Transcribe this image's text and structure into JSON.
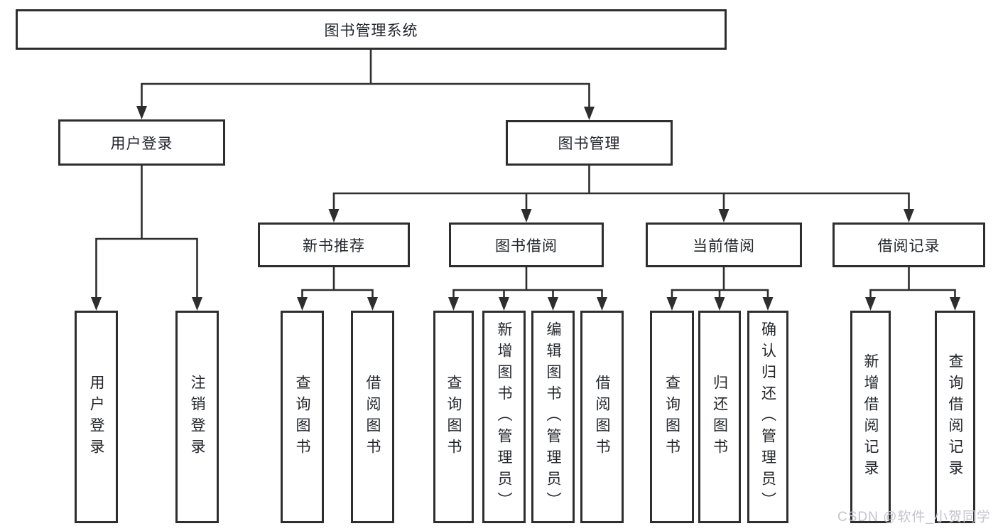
{
  "diagram": {
    "tree": {
      "label": "图书管理系统",
      "children": [
        {
          "label": "用户登录",
          "children": [
            {
              "label": "用户登录"
            },
            {
              "label": "注销登录"
            }
          ]
        },
        {
          "label": "图书管理",
          "children": [
            {
              "label": "新书推荐",
              "children": [
                {
                  "label": "查询图书"
                },
                {
                  "label": "借阅图书"
                }
              ]
            },
            {
              "label": "图书借阅",
              "children": [
                {
                  "label": "查询图书"
                },
                {
                  "label": "新增图书（管理员）"
                },
                {
                  "label": "编辑图书（管理员）"
                },
                {
                  "label": "借阅图书"
                }
              ]
            },
            {
              "label": "当前借阅",
              "children": [
                {
                  "label": "查询图书"
                },
                {
                  "label": "归还图书"
                },
                {
                  "label": "确认归还（管理员）"
                }
              ]
            },
            {
              "label": "借阅记录",
              "children": [
                {
                  "label": "新增借阅记录"
                },
                {
                  "label": "查询借阅记录"
                }
              ]
            }
          ]
        }
      ]
    }
  },
  "watermark": {
    "text": "CSDN @软件_小贺同学"
  },
  "colors": {
    "background": "#ffffff",
    "line": "#2e2e2e",
    "node_border": "#2e2e2e",
    "node_text": "#22252a",
    "watermark": "#c4c4cb"
  }
}
